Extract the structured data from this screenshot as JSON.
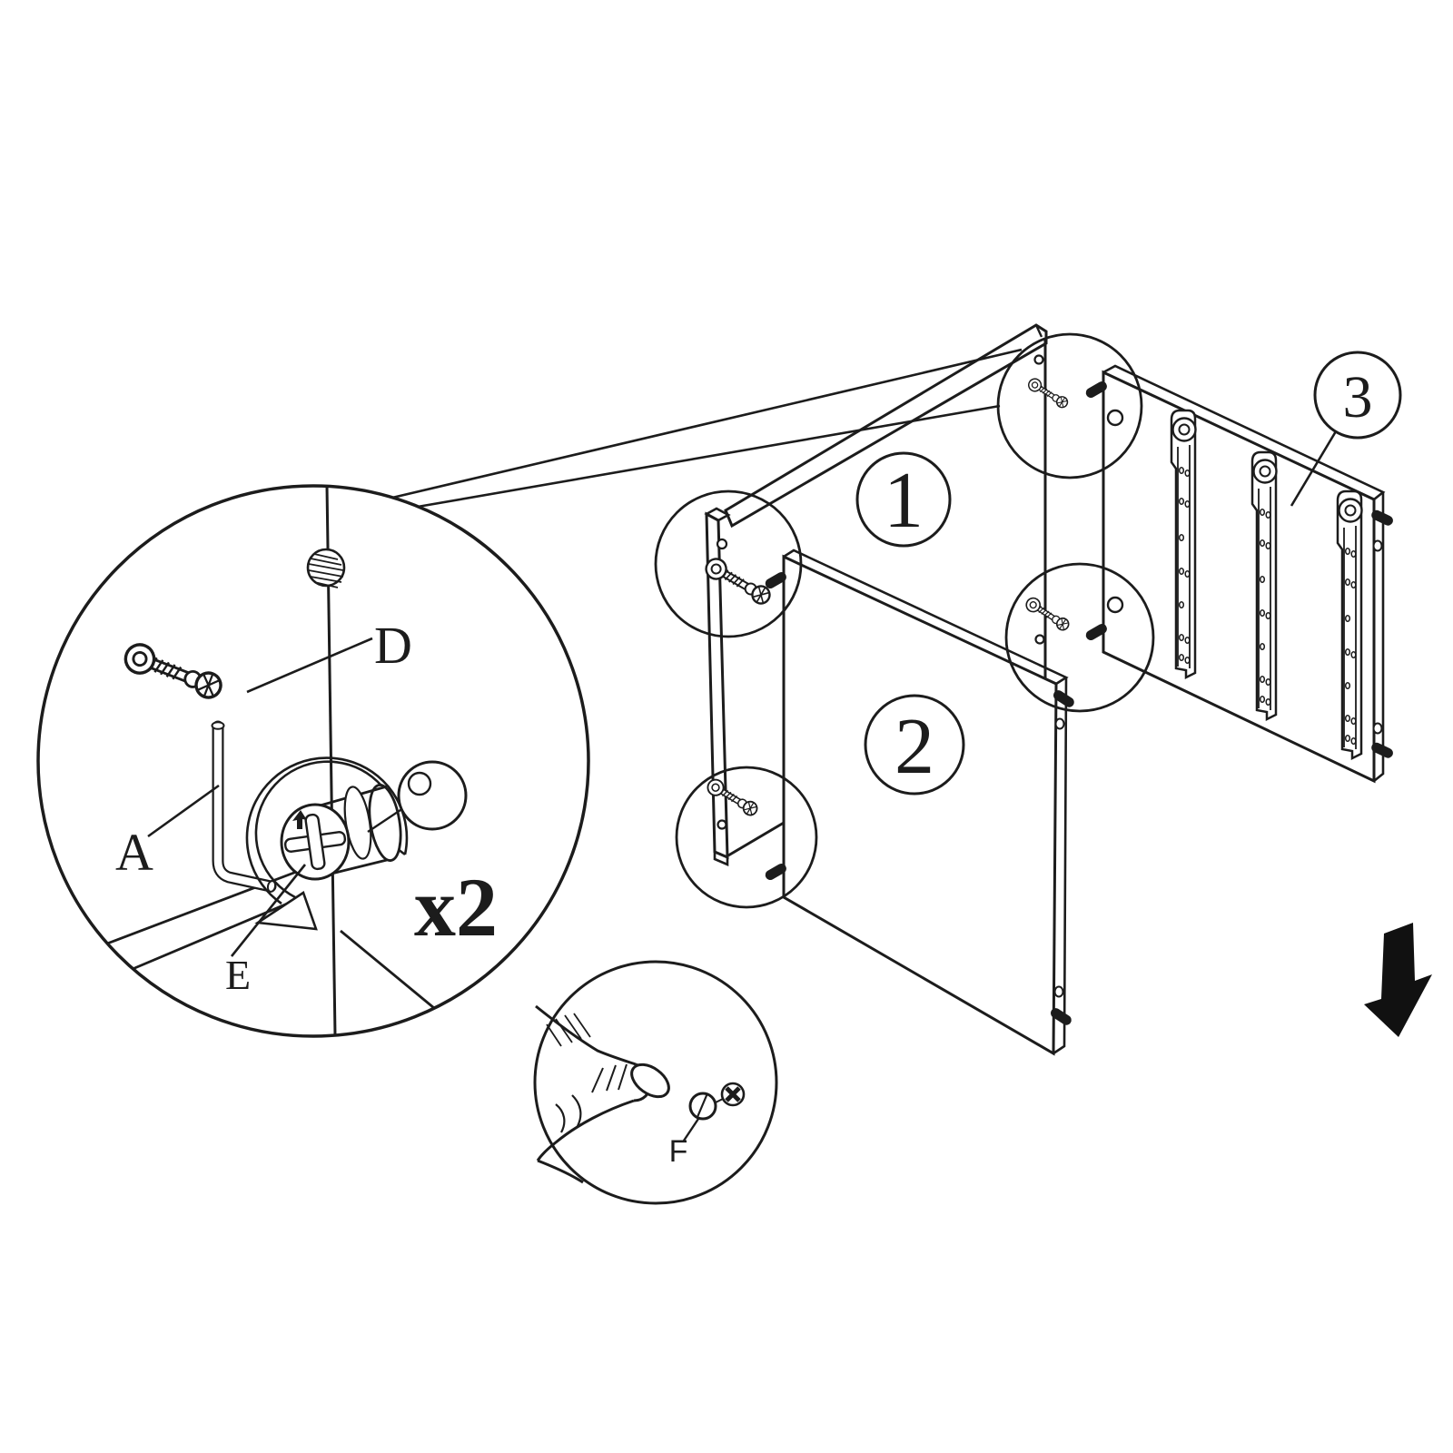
{
  "diagram": {
    "background_color": "#ffffff",
    "line_color": "#1c1c1c",
    "magnifier_detail": {
      "quantity_note": "x2",
      "labels": {
        "cam_bolt": "D",
        "allen_key": "A",
        "cam_lock": "E"
      }
    },
    "cap_detail": {
      "label": "F"
    },
    "part_badges": {
      "back_panel": "1",
      "bottom_panel": "2",
      "side_panel": "3"
    }
  }
}
